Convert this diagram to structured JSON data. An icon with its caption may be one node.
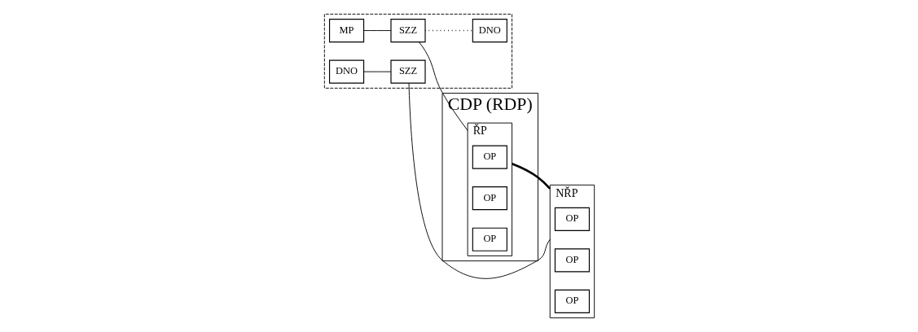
{
  "diagram": {
    "nodes": [
      {
        "text": [
          "CDP (RDP)"
        ]
      },
      {
        "text": [
          "ŘP"
        ],
        "in": 0
      },
      {
        "text": [
          "OP"
        ],
        "in": 1
      },
      {
        "text": [
          "OP"
        ],
        "in": 1
      },
      {
        "text": [
          "OP"
        ],
        "in": 1
      },
      {
        "text": [],
        "shape": "box"
      },
      {
        "text": [
          "MP"
        ],
        "in": 5
      },
      {
        "text": [
          "DNO"
        ],
        "in": 5
      },
      {
        "text": [
          "DNO"
        ],
        "in": 5
      },
      {
        "text": [
          "SZZ"
        ],
        "in": 5
      },
      {
        "text": [
          "SZZ"
        ],
        "in": 5
      },
      {
        "text": [
          "NŘP"
        ]
      },
      {
        "text": [
          "OP"
        ],
        "in": 11
      },
      {
        "text": [
          "OP"
        ],
        "in": 11
      },
      {
        "text": [
          "OP"
        ],
        "in": 11
      }
    ],
    "edges": [
      {
        "from": 6,
        "to": 9,
        "arrow": "none"
      },
      {
        "from": 9,
        "to": 7,
        "arrow": "none",
        "style": "dashed"
      },
      {
        "from": 8,
        "to": 10,
        "arrow": "none"
      },
      {
        "from": 1,
        "to": 11,
        "arrow": "none",
        "style": "thick"
      },
      {
        "from": 9,
        "to": 1,
        "arrow": "none"
      },
      {
        "from": 10,
        "to": 11,
        "arrow": "none"
      }
    ]
  }
}
